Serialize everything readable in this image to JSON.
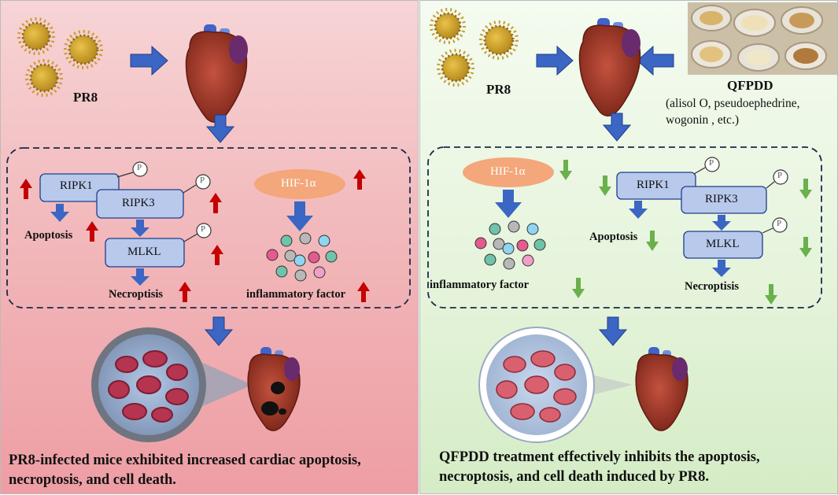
{
  "left_panel": {
    "virus_label": "PR8",
    "protein_labels": {
      "ripk1": "RIPK1",
      "ripk3": "RIPK3",
      "mlkl": "MLKL",
      "hif": "HIF-1α",
      "phospho": "P"
    },
    "outcomes": {
      "apoptosis": "Apoptosis",
      "necroptosis": "Necroptisis",
      "inflammatory": "inflammatory factor"
    },
    "caption_line1": "PR8-infected mice exhibited increased cardiac apoptosis,",
    "caption_line2": "necroptosis, and cell death."
  },
  "right_panel": {
    "virus_label": "PR8",
    "drug_label": "QFPDD",
    "drug_components_line1": "(alisol O, pseudoephedrine,",
    "drug_components_line2": "wogonin , etc.)",
    "protein_labels": {
      "ripk1": "RIPK1",
      "ripk3": "RIPK3",
      "mlkl": "MLKL",
      "hif": "HIF-1α",
      "phospho": "P"
    },
    "outcomes": {
      "apoptosis": "Apoptosis",
      "necroptosis": "Necroptisis",
      "inflammatory": "inflammatory factor"
    },
    "caption_line1": "QFPDD treatment effectively inhibits the apoptosis,",
    "caption_line2": "necroptosis, and cell death induced by PR8."
  },
  "colors": {
    "up_arrow": "#c40000",
    "down_arrow": "#6ab04c",
    "flow_arrow": "#3b66c4",
    "protein_box": "#b8c9ec",
    "hif_ellipse": "#f3a77a"
  }
}
